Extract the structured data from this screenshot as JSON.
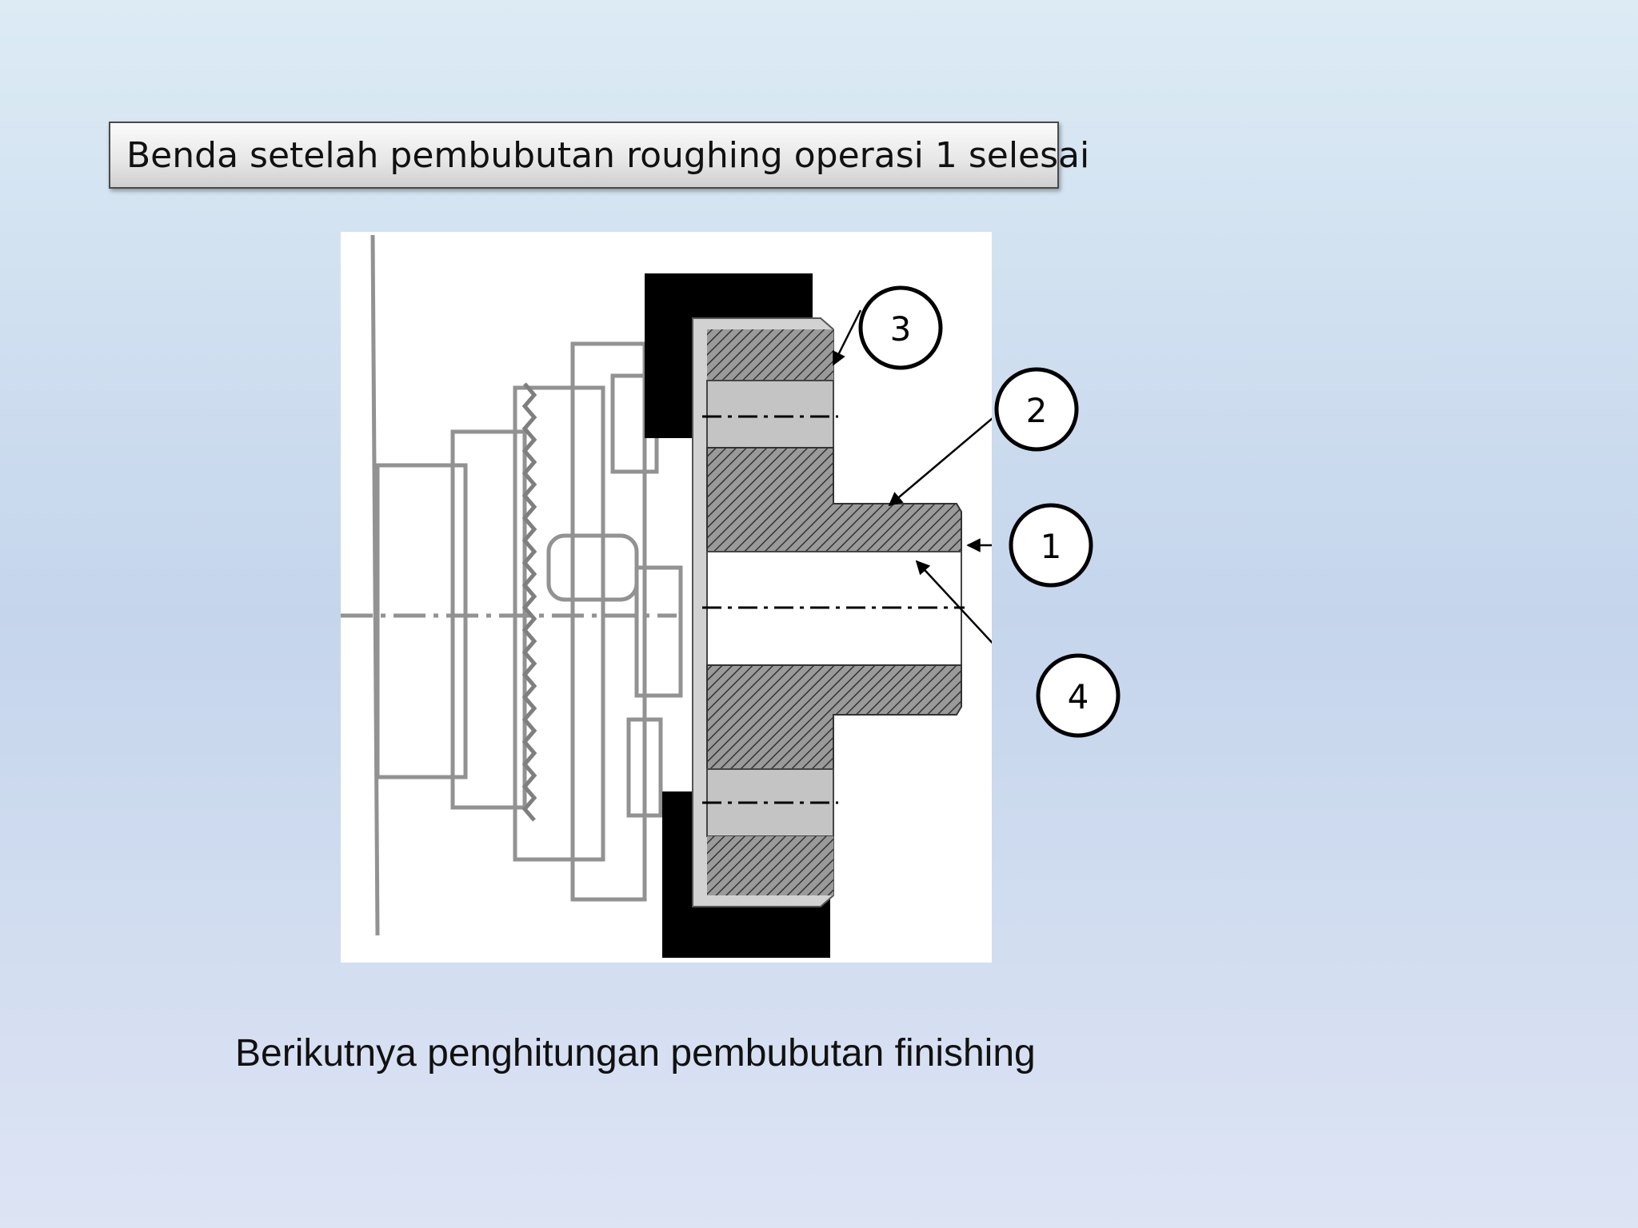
{
  "slide": {
    "title": "Benda setelah pembubutan roughing operasi 1 selesai",
    "caption": "Berikutnya penghitungan pembubutan finishing"
  },
  "diagram": {
    "callouts": [
      {
        "id": "1",
        "label": "1"
      },
      {
        "id": "2",
        "label": "2"
      },
      {
        "id": "3",
        "label": "3"
      },
      {
        "id": "4",
        "label": "4"
      }
    ]
  },
  "colors": {
    "hatch_fill": "#8a8a8a",
    "jaw": "#000000",
    "hole_band": "#c4c4c4"
  }
}
